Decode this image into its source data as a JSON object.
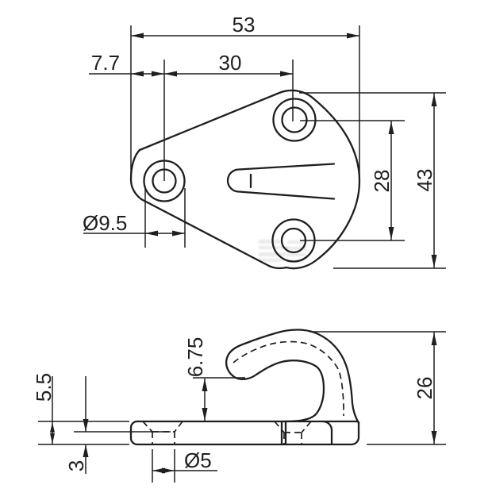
{
  "colors": {
    "background": "#ffffff",
    "line": "#1f1f1f"
  },
  "drawing_type": "engineering-drawing, hook plate, two orthographic views",
  "dims": {
    "overall_width": "53",
    "hole_offset": "7.7",
    "hole_pitch_h": "30",
    "hole_pitch_v": "28",
    "overall_height": "43",
    "boss_dia": "Ø9.5",
    "hook_gap": "6.75",
    "plate_thickness": "5.5",
    "csk_depth": "3",
    "hole_dia": "Ø5",
    "side_height": "26"
  }
}
